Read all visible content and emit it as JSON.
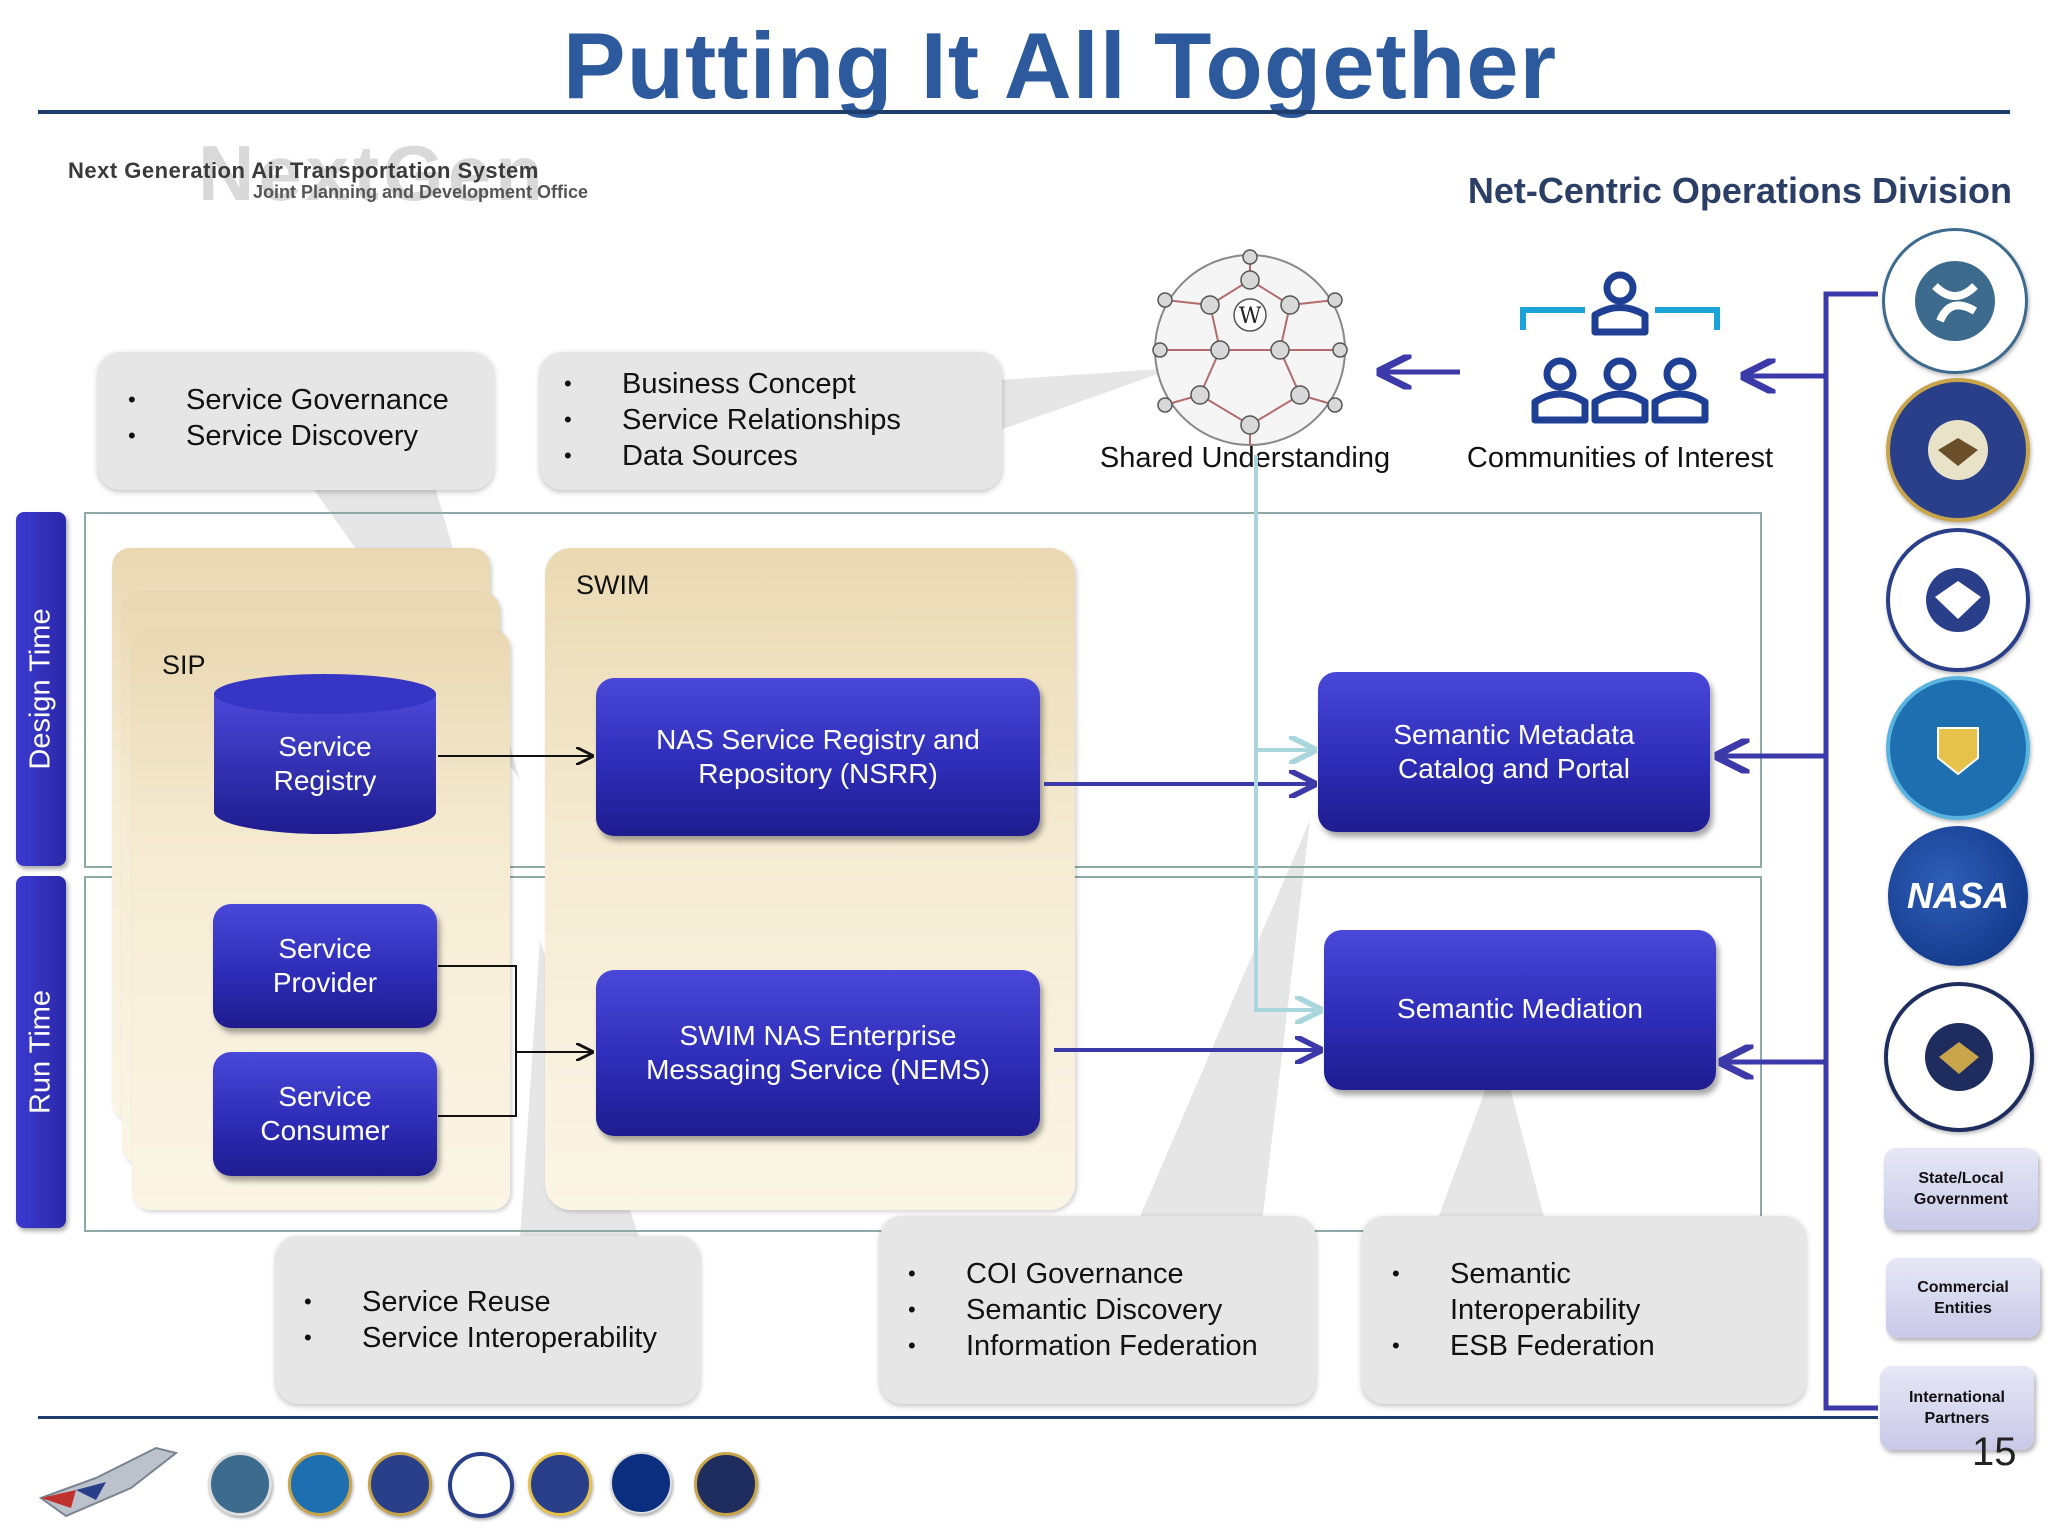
{
  "title": "Putting It All Together",
  "header": {
    "org_line1": "Next Generation Air Transportation System",
    "org_line2": "Joint Planning and Development Office",
    "logo_ghost": "NextGen",
    "division": "Net-Centric Operations Division"
  },
  "callouts": {
    "top_left": [
      "Service Governance",
      "Service Discovery"
    ],
    "top_mid": [
      "Business Concept",
      "Service Relationships",
      "Data Sources"
    ],
    "bottom_left": [
      "Service Reuse",
      "Service Interoperability"
    ],
    "bottom_mid": [
      "COI Governance",
      "Semantic Discovery",
      "Information Federation"
    ],
    "bottom_right": [
      "Semantic",
      "Interoperability",
      "ESB Federation"
    ]
  },
  "labels": {
    "design_time": "Design Time",
    "run_time": "Run Time",
    "sip": "SIP",
    "swim": "SWIM",
    "shared_understanding": "Shared Understanding",
    "communities_of_interest": "Communities of Interest"
  },
  "boxes": {
    "service_registry": [
      "Service",
      "Registry"
    ],
    "service_provider": [
      "Service",
      "Provider"
    ],
    "service_consumer": [
      "Service",
      "Consumer"
    ],
    "nsrr": [
      "NAS Service Registry and",
      "Repository (NSRR)"
    ],
    "nems": [
      "SWIM NAS Enterprise",
      "Messaging Service (NEMS)"
    ],
    "semantic_metadata": [
      "Semantic Metadata",
      "Catalog and Portal"
    ],
    "semantic_mediation": "Semantic Mediation"
  },
  "externals": [
    [
      "State/Local",
      "Government"
    ],
    [
      "Commercial",
      "Entities"
    ],
    [
      "International",
      "Partners"
    ]
  ],
  "seals": [
    "NASA"
  ],
  "page_number": "15",
  "colors": {
    "title": "#2c5a9c",
    "box_blue": "#2e2db8",
    "connector": "#3b3aa8",
    "light_connector": "#a9d6dc"
  }
}
